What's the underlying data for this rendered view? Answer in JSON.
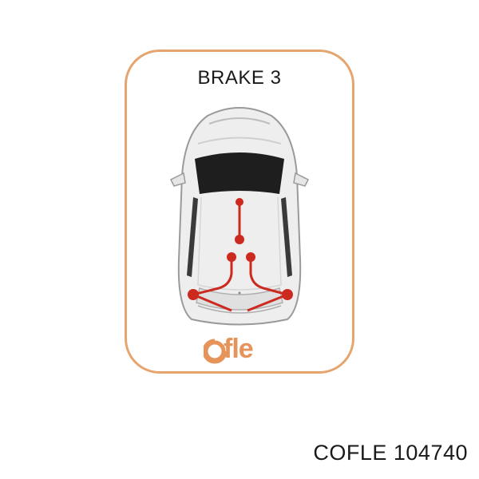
{
  "title": "BRAKE 3",
  "logo": {
    "text": "fle",
    "brand_color": "#e6945a"
  },
  "part_number": "COFLE 104740",
  "colors": {
    "frame": "#e6a56e",
    "cable": "#cc2a1f",
    "body": "#eeeeee",
    "glass": "#1e1e1e"
  },
  "icons": [
    "car-top-view-icon",
    "brake-cable-icon",
    "cofle-logo-icon"
  ]
}
